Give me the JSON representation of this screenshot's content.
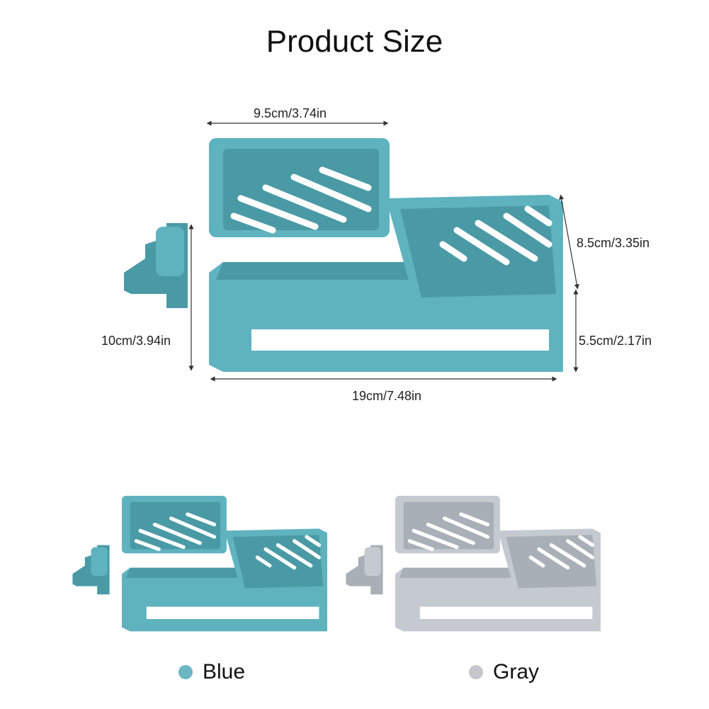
{
  "title": "Product Size",
  "dimensions": {
    "top_width": "9.5cm/3.74in",
    "right_depth": "8.5cm/3.35in",
    "left_height": "10cm/3.94in",
    "right_height": "5.5cm/2.17in",
    "bottom_width": "19cm/7.48in"
  },
  "variants": [
    {
      "label": "Blue",
      "color": "#6bb6c2"
    },
    {
      "label": "Gray",
      "color": "#c4c7cb"
    }
  ],
  "colors": {
    "blue_body": "#5fb3bf",
    "blue_dark": "#4a9aa6",
    "gray_body": "#c5cad1",
    "gray_dark": "#a9afb7"
  }
}
